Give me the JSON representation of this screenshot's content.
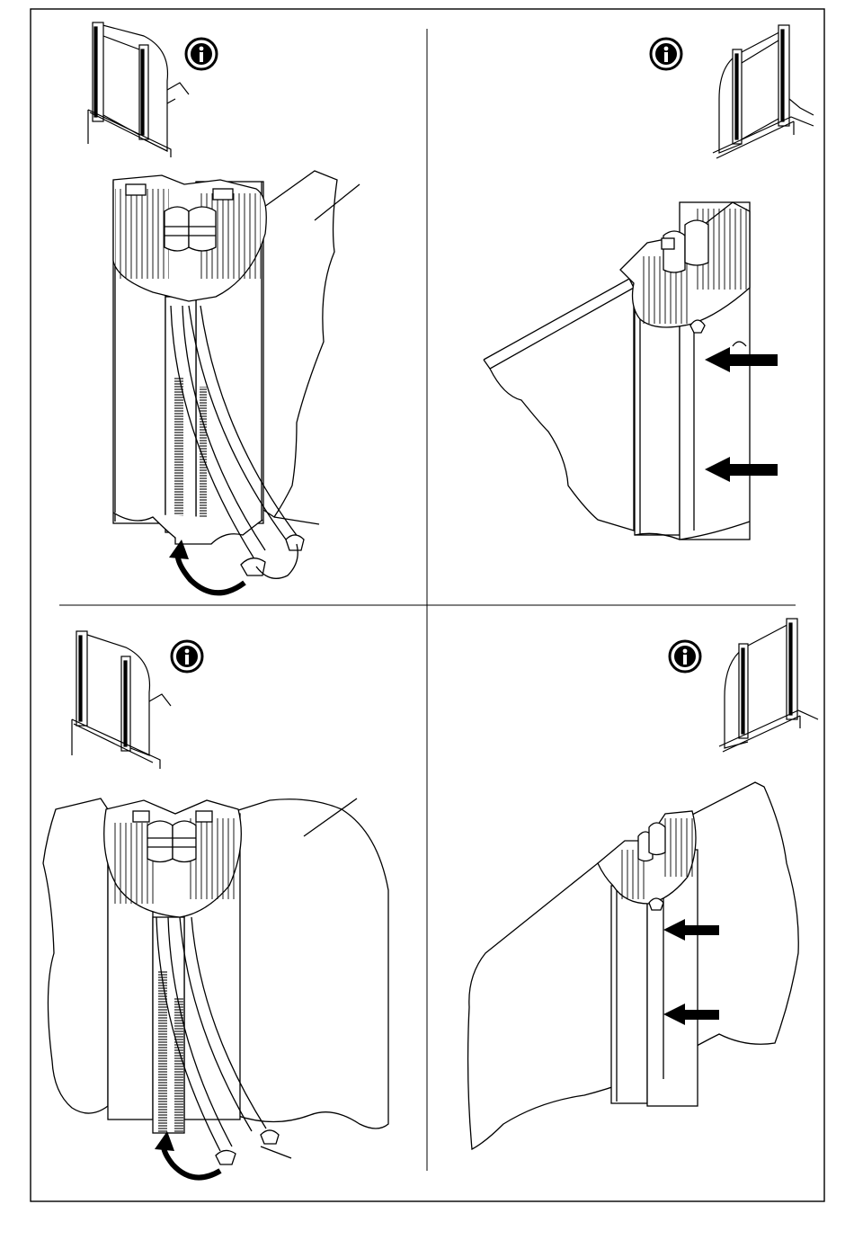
{
  "document": {
    "type": "installation-instruction-sheet",
    "panels": [
      {
        "id": "top-left",
        "info_symbol": "i",
        "arrow": "curved",
        "orientation": "left-hinged"
      },
      {
        "id": "top-right",
        "info_symbol": "i",
        "arrow": "straight",
        "arrow_count": 2,
        "orientation": "right-hinged"
      },
      {
        "id": "bottom-left",
        "info_symbol": "i",
        "arrow": "curved",
        "orientation": "left-hinged"
      },
      {
        "id": "bottom-right",
        "info_symbol": "i",
        "arrow": "straight",
        "arrow_count": 2,
        "orientation": "right-hinged"
      }
    ]
  },
  "icons": {
    "info": "info-circle-icon",
    "curved_arrow": "curved-arrow-icon",
    "push_arrow": "left-arrow-icon"
  },
  "colors": {
    "line": "#000000",
    "paper": "#ffffff"
  }
}
